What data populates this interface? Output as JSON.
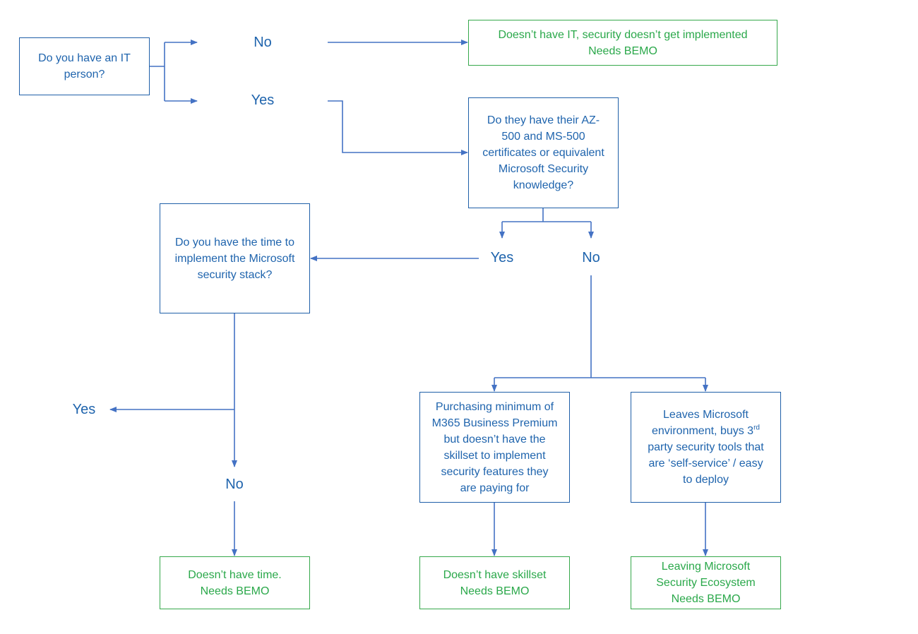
{
  "colors": {
    "question": "#1f64ad",
    "outcome": "#2aa84a",
    "connector": "#4472c4"
  },
  "nodes": {
    "q_it": {
      "lines": [
        "Do you have an IT",
        "person?"
      ]
    },
    "out_no_it": {
      "lines": [
        "Doesn’t have IT, security doesn’t get implemented",
        "Needs BEMO"
      ]
    },
    "q_cert": {
      "lines": [
        "Do they have their AZ-",
        "500 and MS-500",
        "certificates or equivalent",
        "Microsoft Security",
        "knowledge?"
      ]
    },
    "q_time": {
      "lines": [
        "Do you have the time to",
        "implement the Microsoft",
        "security stack?"
      ]
    },
    "box_purchase": {
      "lines": [
        "Purchasing minimum of",
        "M365 Business Premium",
        "but doesn’t have the",
        "skillset to implement",
        "security features they",
        "are paying for"
      ]
    },
    "box_leaves": {
      "line1": "Leaves Microsoft",
      "line2_pre": "environment, buys 3",
      "line2_sup": "rd",
      "line3": "party security tools that",
      "line4": "are ‘self-service’ / easy",
      "line5": "to deploy"
    },
    "out_time": {
      "lines": [
        "Doesn’t have time.",
        "Needs BEMO"
      ]
    },
    "out_skill": {
      "lines": [
        "Doesn’t have skillset",
        "Needs BEMO"
      ]
    },
    "out_leaving": {
      "lines": [
        "Leaving Microsoft",
        "Security Ecosystem",
        "Needs BEMO"
      ]
    }
  },
  "labels": {
    "it_no": "No",
    "it_yes": "Yes",
    "cert_yes": "Yes",
    "cert_no": "No",
    "time_yes": "Yes",
    "time_no": "No"
  }
}
